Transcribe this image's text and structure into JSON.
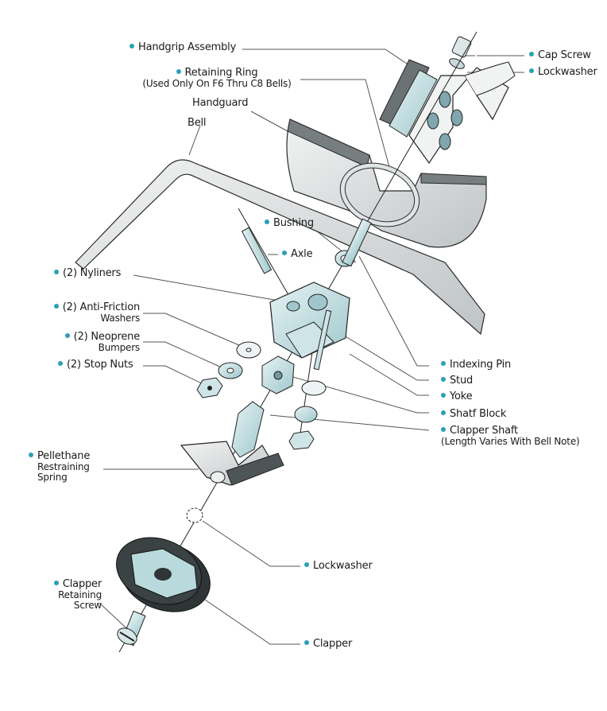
{
  "title": "Handbell Assembly Exploded Diagram",
  "colors": {
    "bullet": "#2aa0b4",
    "part_teal": "#b9dadd",
    "part_gray": "#d4d8d9",
    "dark": "#3a3f41"
  },
  "labels": {
    "handgrip_assembly": "Handgrip Assembly",
    "retaining_ring": "Retaining Ring",
    "retaining_ring_note": "(Used Only On F6 Thru C8 Bells)",
    "handguard": "Handguard",
    "bell": "Bell",
    "cap_screw": "Cap Screw",
    "lockwasher_top": "Lockwasher",
    "bushing": "Bushing",
    "axle": "Axle",
    "nyliners": "(2) Nyliners",
    "anti_friction_1": "(2) Anti-Friction",
    "anti_friction_2": "Washers",
    "neoprene_1": "(2) Neoprene",
    "neoprene_2": "Bumpers",
    "stop_nuts": "(2) Stop Nuts",
    "indexing_pin": "Indexing Pin",
    "stud": "Stud",
    "yoke": "Yoke",
    "shaft_block": "Shatf Block",
    "clapper_shaft": "Clapper Shaft",
    "clapper_shaft_note": "(Length Varies With Bell Note)",
    "pellethane_1": "Pellethane",
    "pellethane_2": "Restraining",
    "pellethane_3": "Spring",
    "lockwasher_bottom": "Lockwasher",
    "clapper_retaining_1": "Clapper",
    "clapper_retaining_2": "Retaining",
    "clapper_retaining_3": "Screw",
    "clapper": "Clapper"
  }
}
